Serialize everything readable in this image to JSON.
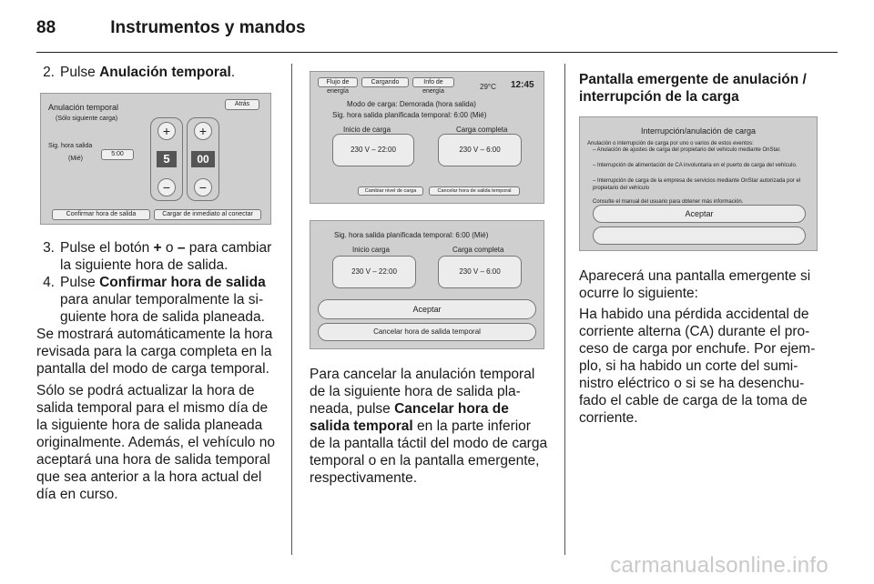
{
  "header": {
    "page_number": "88",
    "title": "Instrumentos y mandos"
  },
  "col1": {
    "step2_num": "2.",
    "step2_pre": "Pulse ",
    "step2_bold": "Anulación temporal",
    "step2_post": ".",
    "screen1": {
      "title": "Anulación temporal",
      "subtitle": "(Sólo siguiente carga)",
      "back": "Atrás",
      "label": "Sig. hora salida",
      "day": "(Mié)",
      "time": "5:00",
      "hour": "5",
      "minutes": "00",
      "plus": "+",
      "minus": "−",
      "btn_confirm": "Confirmar hora de salida",
      "btn_charge": "Cargar de inmediato al conectar"
    },
    "step3_num": "3.",
    "step3_a": "Pulse el botón ",
    "step3_plus": "+",
    "step3_b": " o ",
    "step3_minus": "–",
    "step3_c": " para cambiar la siguiente hora de salida.",
    "step4_num": "4.",
    "step4_pre": "Pulse ",
    "step4_bold": "Confirmar hora de salida",
    "step4_post": " para anular temporalmente la si­guiente hora de salida planeada.",
    "para1": "Se mostrará automáticamente la hora revisada para la carga completa en la pantalla del modo de carga temporal.",
    "para2": "Sólo se podrá actualizar la hora de salida temporal para el mismo día de la siguiente hora de salida planeada originalmente. Además, el vehículo no aceptará una hora de salida tem­poral que sea anterior a la hora actual del día en curso."
  },
  "col2": {
    "screen2": {
      "tab1": "Flujo de energía",
      "tab2": "Cargando",
      "tab3": "Info de energía",
      "temp": "29°C",
      "clock": "12:45",
      "mode": "Modo de carga:  Demorada (hora salida)",
      "planned": "Sig. hora salida planificada temporal: 6:00 (Mié)",
      "start_label": "Inicio de carga",
      "full_label": "Carga completa",
      "start_value": "230 V –  22:00",
      "full_value": "230 V –  6:00",
      "btn_level": "Cambiar nivel de carga",
      "btn_cancel": "Cancelar hora de salida temporal"
    },
    "screen3": {
      "planned": "Sig. hora salida planificada temporal: 6:00 (Mié)",
      "start_label": "Inicio carga",
      "full_label": "Carga completa",
      "start_value": "230 V –  22:00",
      "full_value": "230 V –  6:00",
      "accept": "Aceptar",
      "cancel": "Cancelar hora de salida temporal"
    },
    "para_a": "Para cancelar la anulación temporal de la siguiente hora de salida pla­neada, pulse ",
    "para_bold": "Cancelar hora de salida temporal",
    "para_b": " en la parte inferior de la pan­talla táctil del modo de carga temporal o en la pantalla emergente, respecti­vamente."
  },
  "col3": {
    "heading": "Pantalla emergente de anulación / interrupción de la carga",
    "screen4": {
      "title": "Interrupción/anulación de carga",
      "intro": "Anulación o interrupción de carga por uno o varios de estos eventos:",
      "item1": "– Anulación de ajustes de carga del propietario del vehículo mediante OnStar.",
      "item2": "– Interrupción de alimentación de CA involuntaria en el puerto de carga del vehículo.",
      "item3": "– Interrupción de carga de la empresa de servicios mediante OnStar autorizada por el propietario del vehículo",
      "consult": "Consulte el manual del usuario para obtener más información.",
      "accept": "Aceptar"
    },
    "para1": "Aparecerá una pantalla emergente si ocurre lo siguiente:",
    "para2": "Ha habido una pérdida accidental de corriente alterna (CA) durante el pro­ceso de carga por enchufe. Por ejem­plo, si ha habido un corte del sumi­nistro eléctrico o si se ha desenchu­fado el cable de carga de la toma de corriente."
  },
  "footer": {
    "watermark": "carmanualsonline.info"
  }
}
